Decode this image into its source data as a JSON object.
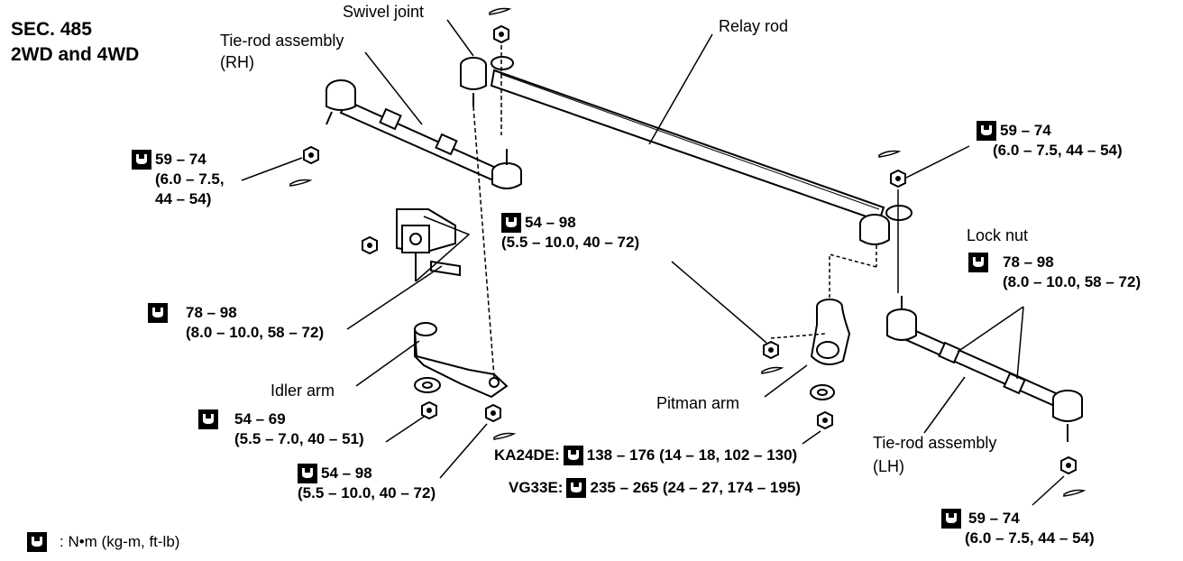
{
  "header": {
    "section": "SEC. 485",
    "subtitle": "2WD and 4WD"
  },
  "labels": {
    "swivel_joint": "Swivel joint",
    "relay_rod": "Relay rod",
    "tie_rod_rh_line1": "Tie-rod assembly",
    "tie_rod_rh_line2": "(RH)",
    "idler_arm": "Idler arm",
    "pitman_arm": "Pitman arm",
    "lock_nut": "Lock nut",
    "tie_rod_lh_line1": "Tie-rod assembly",
    "tie_rod_lh_line2": "(LH)"
  },
  "torques": {
    "rh_tie_rod_end": {
      "value": "59 – 74",
      "sub1": "(6.0 – 7.5,",
      "sub2": "44 – 54)"
    },
    "relay_lh_end": {
      "value": "59 – 74",
      "sub": "(6.0 – 7.5, 44 – 54)"
    },
    "relay_swivel": {
      "value": "54 – 98",
      "sub": "(5.5 – 10.0, 40 – 72)"
    },
    "idler_bracket": {
      "value": "78 – 98",
      "sub": "(8.0 – 10.0, 58 – 72)"
    },
    "lock_nut": {
      "value": "78 – 98",
      "sub": "(8.0 – 10.0, 58 – 72)"
    },
    "idler_nut": {
      "value": "54 – 69",
      "sub": "(5.5 – 7.0, 40 – 51)"
    },
    "idler_relay_nut": {
      "value": "54 – 98",
      "sub": "(5.5 – 10.0, 40 – 72)"
    },
    "lh_tie_rod_end": {
      "value": "59 – 74",
      "sub": "(6.0 – 7.5, 44 – 54)"
    }
  },
  "pitman_nut": {
    "ka24de_label": "KA24DE:",
    "ka24de_value": "138 – 176 (14 – 18, 102 – 130)",
    "vg33e_label": "VG33E:",
    "vg33e_value": "235 – 265 (24 – 27, 174 – 195)"
  },
  "legend": {
    "unit_text": ": N•m (kg-m, ft-lb)"
  },
  "icons": {
    "torque": "torque-wrench-icon"
  }
}
